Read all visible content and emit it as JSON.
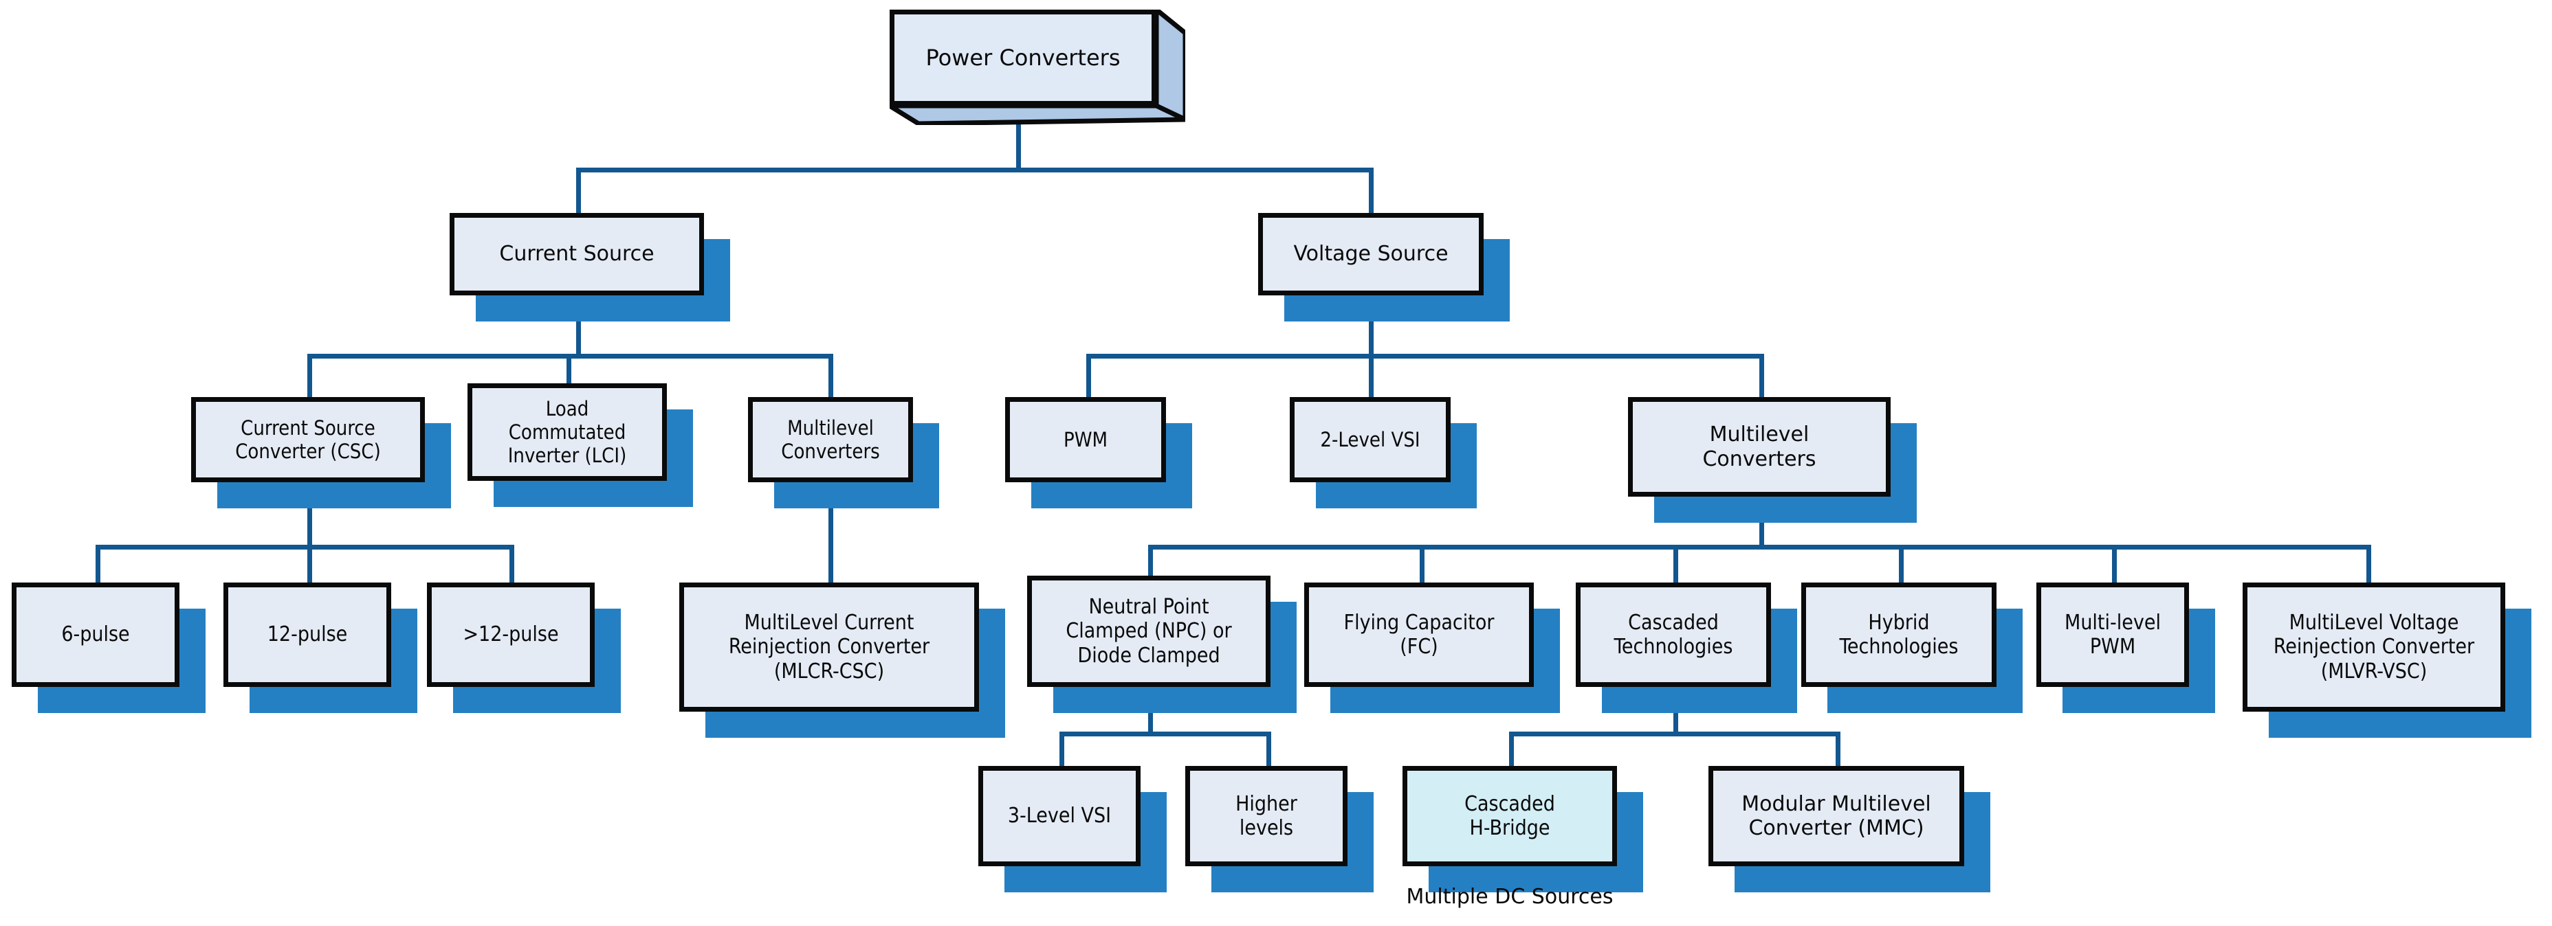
{
  "diagram": {
    "title": "Power Converters classification tree",
    "colors": {
      "box_fill": "#e4ebf5",
      "box_fill_highlight": "#d3eef5",
      "box_border": "#0a0a0a",
      "shadow": "#2580c3",
      "connector": "#12578f",
      "background": "#ffffff"
    }
  },
  "nodes": {
    "root": {
      "label": "Power Converters"
    },
    "level2": [
      {
        "id": "current-source",
        "label": "Current Source"
      },
      {
        "id": "voltage-source",
        "label": "Voltage Source"
      }
    ],
    "level3_current": [
      {
        "id": "csc",
        "label": "Current Source\nConverter (CSC)"
      },
      {
        "id": "lci",
        "label": "Load\nCommutated\nInverter (LCI)"
      },
      {
        "id": "cs-multilevel",
        "label": "Multilevel\nConverters"
      }
    ],
    "level3_voltage": [
      {
        "id": "pwm",
        "label": "PWM"
      },
      {
        "id": "two-level-vsi",
        "label": "2-Level VSI"
      },
      {
        "id": "vs-multilevel",
        "label": "Multilevel\nConverters"
      }
    ],
    "level4_csc": [
      {
        "id": "six-pulse",
        "label": "6-pulse"
      },
      {
        "id": "twelve-pulse",
        "label": "12-pulse"
      },
      {
        "id": "gt-twelve-pulse",
        "label": ">12-pulse"
      }
    ],
    "level4_cs_multilevel": [
      {
        "id": "mlcr-csc",
        "label": "MultiLevel Current\nReinjection Converter\n(MLCR-CSC)"
      }
    ],
    "level4_vs_multilevel": [
      {
        "id": "npc",
        "label": "Neutral Point\nClamped (NPC) or\nDiode Clamped"
      },
      {
        "id": "flying-capacitor",
        "label": "Flying Capacitor\n(FC)"
      },
      {
        "id": "cascaded-technologies",
        "label": "Cascaded\nTechnologies"
      },
      {
        "id": "hybrid-technologies",
        "label": "Hybrid\nTechnologies"
      },
      {
        "id": "multi-level-pwm",
        "label": "Multi-level\nPWM"
      },
      {
        "id": "mlvr-vsc",
        "label": "MultiLevel Voltage\nReinjection Converter\n(MLVR-VSC)"
      }
    ],
    "level5_npc": [
      {
        "id": "three-level-vsi",
        "label": "3-Level VSI"
      },
      {
        "id": "higher-levels",
        "label": "Higher\nlevels"
      }
    ],
    "level5_cascaded": [
      {
        "id": "cascaded-h-bridge",
        "label": "Cascaded\nH-Bridge",
        "highlight": true
      },
      {
        "id": "mmc",
        "label": "Modular Multilevel\nConverter (MMC)"
      }
    ]
  },
  "captions": [
    {
      "id": "multiple-dc-sources",
      "label": "Multiple DC Sources"
    }
  ]
}
